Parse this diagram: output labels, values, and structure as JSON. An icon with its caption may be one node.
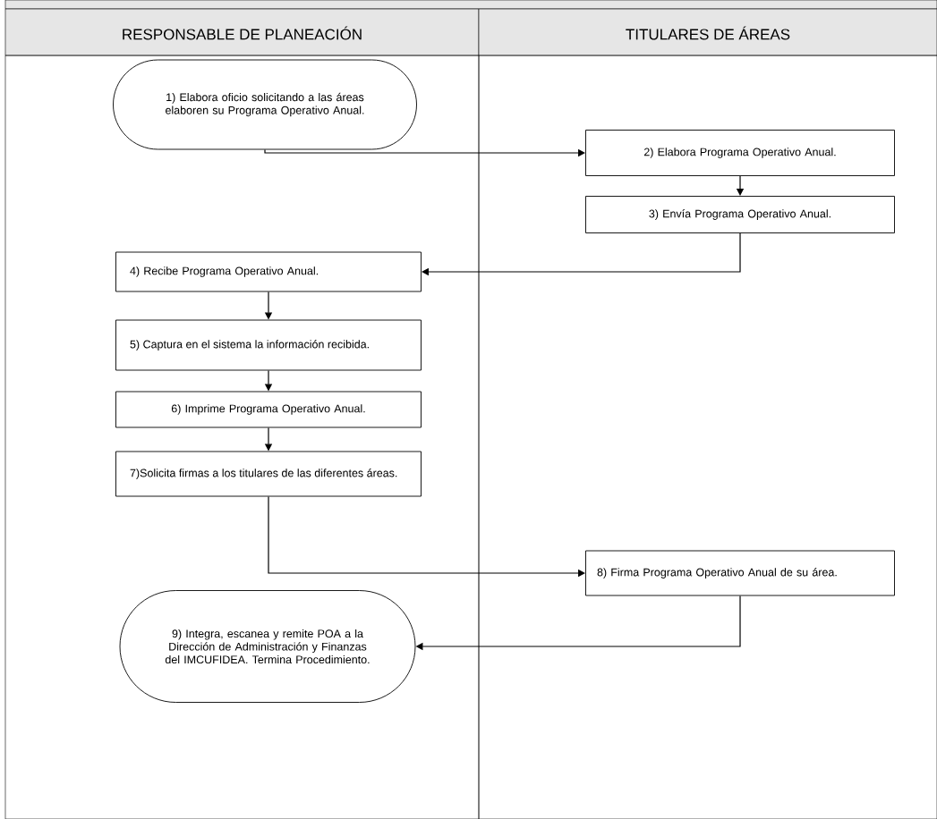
{
  "diagram": {
    "nodes": [
      {
        "text": [
          "RESPONSABLE DE PLANEACIÓN"
        ]
      },
      {
        "text": [
          "TITULARES DE ÁREAS"
        ]
      },
      {
        "text": [
          "1) Elabora oficio solicitando a las áreas elaboren su Programa Operativo Anual."
        ],
        "in": 0
      },
      {
        "text": [
          "2) Elabora Programa Operativo Anual."
        ],
        "in": 1
      },
      {
        "text": [
          "3) Envía Programa Operativo Anual."
        ],
        "in": 1
      },
      {
        "text": [
          "4) Recibe Programa Operativo Anual."
        ],
        "in": 0
      },
      {
        "text": [
          "5) Captura en el sistema la información recibida."
        ],
        "in": 0
      },
      {
        "text": [
          "6) Imprime Programa Operativo Anual."
        ],
        "in": 0
      },
      {
        "text": [
          "7)Solicita firmas a los titulares de las diferentes áreas."
        ],
        "in": 0
      },
      {
        "text": [
          "8) Firma Programa Operativo Anual de su área."
        ],
        "in": 1
      },
      {
        "text": [
          "9) Integra, escanea y remite POA a la Dirección de Administración y Finanzas del IMCUFIDEA. Termina Procedimiento."
        ],
        "in": 0
      }
    ],
    "edges": [
      {
        "from": 2,
        "to": 3,
        "arrow": "to"
      },
      {
        "from": 3,
        "to": 4,
        "arrow": "to"
      },
      {
        "from": 4,
        "to": 5,
        "arrow": "to"
      },
      {
        "from": 5,
        "to": 6,
        "arrow": "to"
      },
      {
        "from": 6,
        "to": 7,
        "arrow": "to"
      },
      {
        "from": 7,
        "to": 8,
        "arrow": "to"
      },
      {
        "from": 8,
        "to": 9,
        "arrow": "to"
      },
      {
        "from": 9,
        "to": 10,
        "arrow": "to"
      }
    ]
  }
}
